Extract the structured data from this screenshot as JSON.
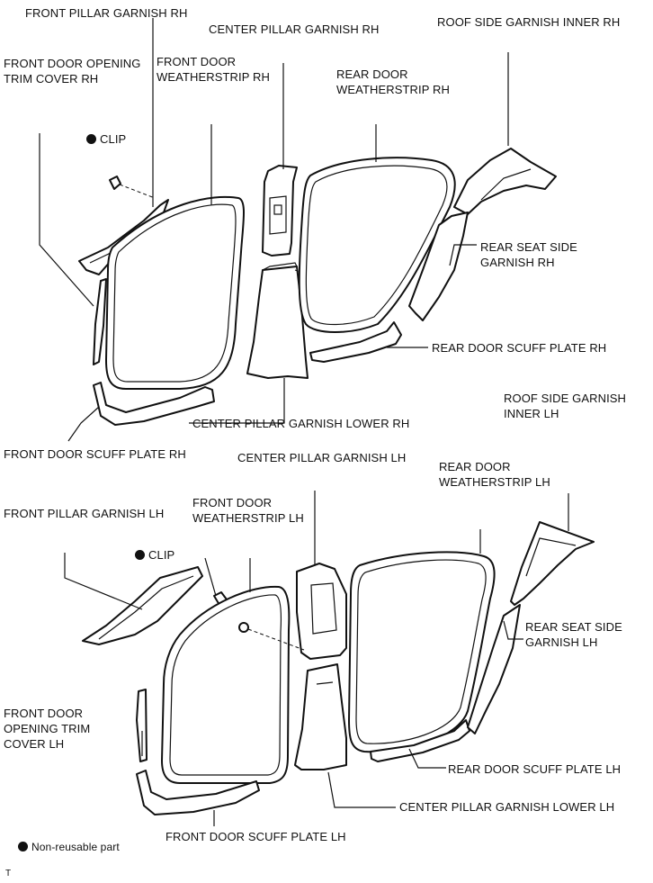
{
  "rh": {
    "front_pillar_garnish": "FRONT PILLAR GARNISH RH",
    "center_pillar_garnish": "CENTER PILLAR GARNISH RH",
    "roof_side_garnish_inner": "ROOF SIDE GARNISH INNER RH",
    "front_door_opening_trim_cover": "FRONT DOOR OPENING\nTRIM COVER RH",
    "front_door_weatherstrip": "FRONT DOOR\nWEATHERSTRIP RH",
    "rear_door_weatherstrip": "REAR DOOR\nWEATHERSTRIP RH",
    "clip": "CLIP",
    "rear_seat_side_garnish": "REAR SEAT SIDE\nGARNISH RH",
    "rear_door_scuff_plate": "REAR DOOR SCUFF PLATE RH",
    "center_pillar_garnish_lower": "CENTER PILLAR GARNISH LOWER RH",
    "front_door_scuff_plate": "FRONT DOOR SCUFF PLATE RH"
  },
  "lh": {
    "roof_side_garnish_inner": "ROOF SIDE GARNISH\nINNER LH",
    "center_pillar_garnish": "CENTER PILLAR GARNISH LH",
    "rear_door_weatherstrip": "REAR DOOR\nWEATHERSTRIP LH",
    "front_door_weatherstrip": "FRONT DOOR\nWEATHERSTRIP LH",
    "front_pillar_garnish": "FRONT PILLAR GARNISH LH",
    "clip": "CLIP",
    "rear_seat_side_garnish": "REAR SEAT SIDE\nGARNISH LH",
    "front_door_opening_trim_cover": "FRONT DOOR\nOPENING TRIM\nCOVER LH",
    "rear_door_scuff_plate": "REAR DOOR SCUFF PLATE LH",
    "center_pillar_garnish_lower": "CENTER PILLAR GARNISH LOWER LH",
    "front_door_scuff_plate": "FRONT DOOR SCUFF PLATE LH"
  },
  "legend": {
    "non_reusable": "Non-reusable part"
  },
  "footer": {
    "mark": "T"
  }
}
